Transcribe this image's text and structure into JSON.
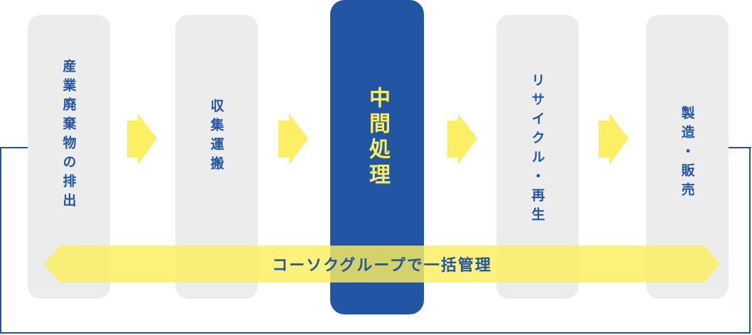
{
  "diagram": {
    "steps": [
      {
        "label": "産業廃棄物の排出",
        "highlight": false
      },
      {
        "label": "収集運搬",
        "highlight": false
      },
      {
        "label": "中間処理",
        "highlight": true
      },
      {
        "label": "リサイクル・再生",
        "highlight": false
      },
      {
        "label": "製造・販売",
        "highlight": false
      }
    ],
    "band_label": "コーソクグループで一括管理",
    "colors": {
      "primary_blue": "#2255a4",
      "accent_yellow": "#fbee5e",
      "box_gray": "#ececec",
      "band_yellow": "#faee6e"
    }
  }
}
